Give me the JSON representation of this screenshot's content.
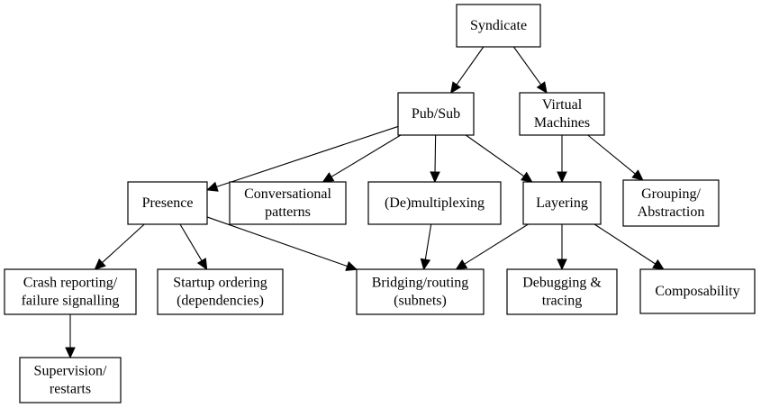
{
  "nodes": {
    "syndicate": [
      "Syndicate"
    ],
    "pubsub": [
      "Pub/Sub"
    ],
    "vm": [
      "Virtual",
      "Machines"
    ],
    "presence": [
      "Presence"
    ],
    "conv": [
      "Conversational",
      "patterns"
    ],
    "demux": [
      "(De)multiplexing"
    ],
    "layering": [
      "Layering"
    ],
    "grouping": [
      "Grouping/",
      "Abstraction"
    ],
    "crash": [
      "Crash reporting/",
      "failure signalling"
    ],
    "startup": [
      "Startup ordering",
      "(dependencies)"
    ],
    "bridging": [
      "Bridging/routing",
      "(subnets)"
    ],
    "debug": [
      "Debugging &",
      "tracing"
    ],
    "compos": [
      "Composability"
    ],
    "supervision": [
      "Supervision/",
      "restarts"
    ]
  },
  "edges": [
    [
      "syndicate",
      "pubsub"
    ],
    [
      "syndicate",
      "vm"
    ],
    [
      "pubsub",
      "presence"
    ],
    [
      "pubsub",
      "conv"
    ],
    [
      "pubsub",
      "demux"
    ],
    [
      "pubsub",
      "layering"
    ],
    [
      "vm",
      "layering"
    ],
    [
      "vm",
      "grouping"
    ],
    [
      "presence",
      "crash"
    ],
    [
      "presence",
      "startup"
    ],
    [
      "presence",
      "bridging"
    ],
    [
      "demux",
      "bridging"
    ],
    [
      "layering",
      "bridging"
    ],
    [
      "layering",
      "debug"
    ],
    [
      "layering",
      "compos"
    ],
    [
      "crash",
      "supervision"
    ]
  ]
}
